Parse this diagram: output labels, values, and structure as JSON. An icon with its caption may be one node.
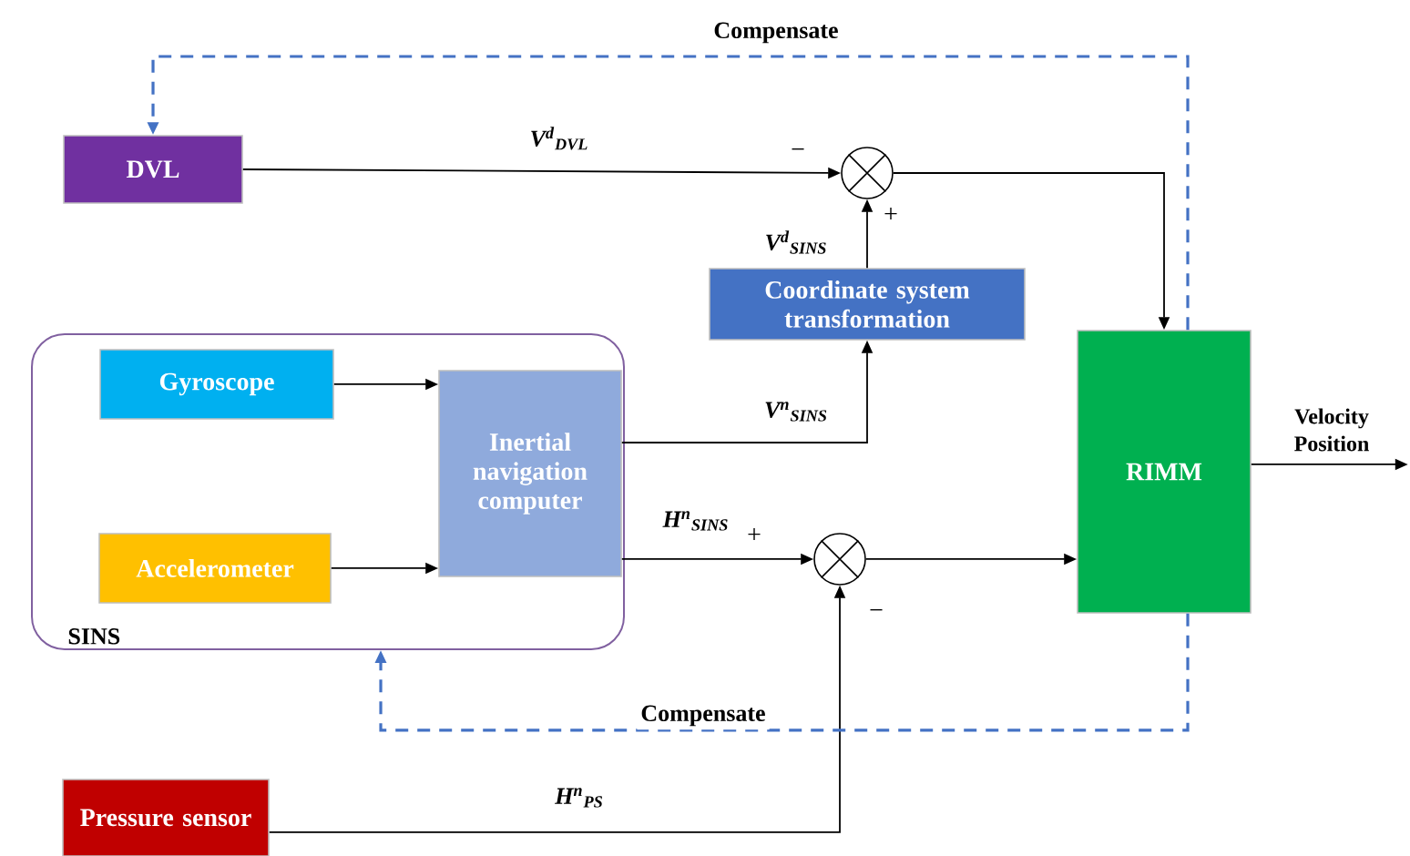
{
  "diagram": {
    "nodes": [
      {
        "text": [
          "DVL"
        ]
      },
      {
        "text": [],
        "shape": "circle"
      },
      {
        "text": [
          "Coordinate system transformation"
        ]
      },
      {
        "text": [
          "SINS"
        ]
      },
      {
        "text": [
          "Gyroscope"
        ],
        "in": 3
      },
      {
        "text": [
          "Accelerometer"
        ],
        "in": 3
      },
      {
        "text": [
          "Inertial navigation computer"
        ],
        "in": 3
      },
      {
        "text": [],
        "shape": "circle"
      },
      {
        "text": [
          "RIMM"
        ]
      },
      {
        "text": [
          "Pressure sensor"
        ]
      }
    ],
    "edges": [
      {
        "from": 0,
        "to": 1,
        "arrow": "to",
        "label": "V$^{d}$$_{DVL}$"
      },
      {
        "from": 1,
        "to": 8,
        "arrow": "to"
      },
      {
        "from": 2,
        "to": 1,
        "arrow": "to",
        "label": "V$^{d}$$_{SINS}$"
      },
      {
        "from": 6,
        "to": 2,
        "arrow": "to",
        "label": "V$^{n}$$_{SINS}$"
      },
      {
        "from": 6,
        "to": 7,
        "arrow": "to",
        "label": "H$^{n}$$_{SINS}$"
      },
      {
        "from": 7,
        "to": 8,
        "arrow": "to"
      },
      {
        "from": 9,
        "to": 7,
        "arrow": "to",
        "label": "H$^{n}$$_{PS}$"
      },
      {
        "from": 4,
        "to": 6,
        "arrow": "to"
      },
      {
        "from": 5,
        "to": 6,
        "arrow": "to"
      },
      {
        "from": 8,
        "to": null,
        "arrow": "to",
        "label": "Velocity Position"
      },
      {
        "from": 8,
        "to": 0,
        "arrow": "to",
        "label": "Compensate",
        "style": "dashed",
        "color": "#4472c4"
      },
      {
        "from": 8,
        "to": 3,
        "arrow": "to",
        "label": "Compensate",
        "style": "dashed",
        "color": "#4472c4"
      }
    ],
    "labels": [
      "−",
      "+",
      "+",
      "−"
    ]
  }
}
